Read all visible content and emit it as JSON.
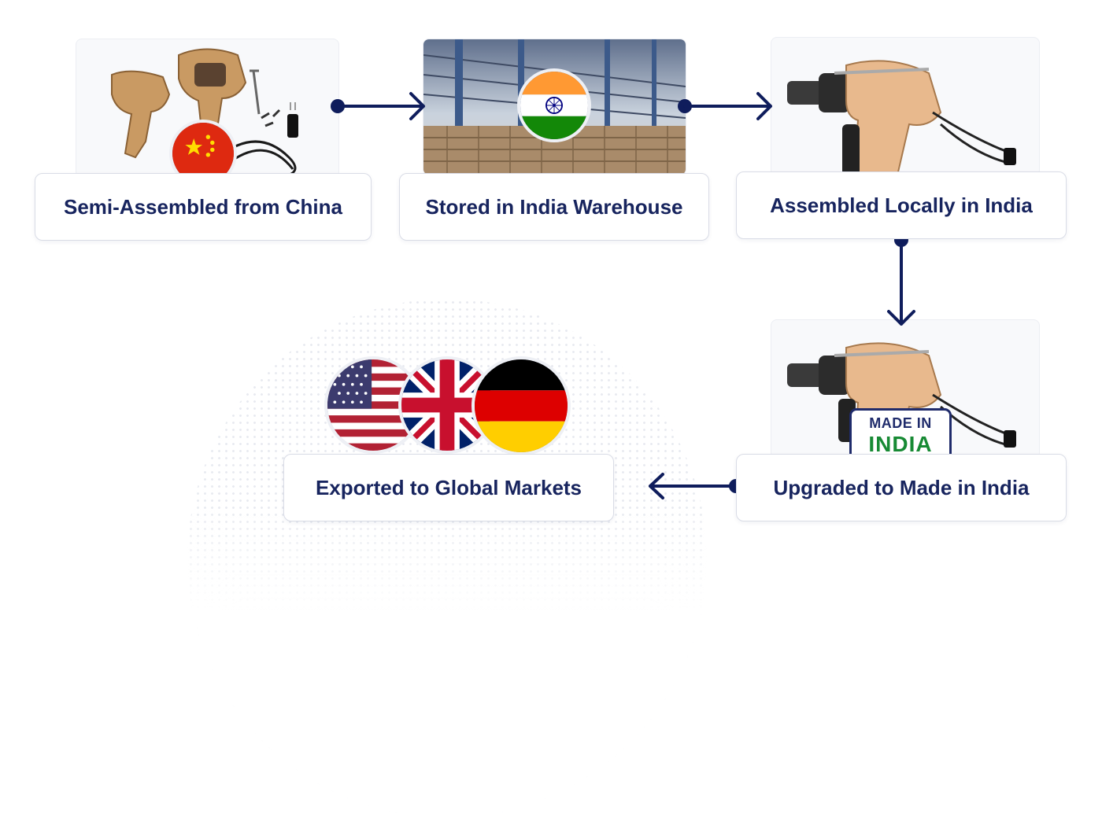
{
  "steps": [
    {
      "label": "Semi-Assembled from China"
    },
    {
      "label": "Stored in India Warehouse"
    },
    {
      "label": "Assembled Locally in India"
    },
    {
      "label": "Upgraded to Made in India"
    },
    {
      "label": "Exported to Global Markets"
    }
  ],
  "badge": {
    "line1": "MADE IN",
    "line2": "INDIA"
  },
  "icons": {
    "china": "china-flag-icon",
    "india": "india-flag-icon",
    "usa": "usa-flag-icon",
    "uk": "uk-flag-icon",
    "germany": "germany-flag-icon"
  },
  "colors": {
    "navy": "#17245e",
    "arrow": "#0f1d5c",
    "badge_green": "#178a34"
  }
}
